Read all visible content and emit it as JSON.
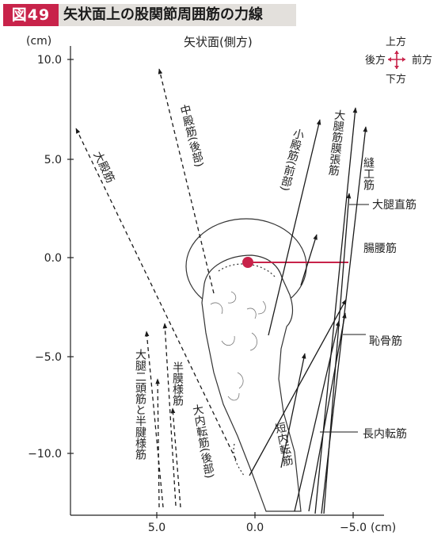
{
  "figure": {
    "badge": "図49",
    "title": "矢状面上の股関節周囲筋の力線",
    "subtitle": "矢状面(側方)"
  },
  "compass": {
    "up": "上方",
    "down": "下方",
    "back": "後方",
    "front": "前方"
  },
  "axes": {
    "y_unit": "(cm)",
    "x_unit": "(cm)",
    "y_ticks": [
      "10.0",
      "5.0",
      "0.0",
      "−5.0",
      "−10.0"
    ],
    "x_ticks": [
      "5.0",
      "0.0",
      "−5.0"
    ]
  },
  "muscles": {
    "gluteus_maximus": "大殿筋",
    "gluteus_medius_posterior": "中殿筋(後部)",
    "gluteus_minimus_anterior": "小殿筋(前部)",
    "tensor_fasciae_latae": "大腿筋膜張筋",
    "sartorius": "縫工筋",
    "rectus_femoris": "大腿直筋",
    "iliopsoas": "腸腰筋",
    "pectineus": "恥骨筋",
    "adductor_longus": "長内転筋",
    "adductor_brevis": "短内転筋",
    "adductor_magnus_posterior": "大内転筋(後部)",
    "semimembranosus": "半膜様筋",
    "biceps_semitendinosus": "大腿二頭筋と半腱様筋"
  },
  "colors": {
    "accent": "#c8234a",
    "header_bg": "#e3e0dc",
    "line": "#1a1a1a"
  }
}
